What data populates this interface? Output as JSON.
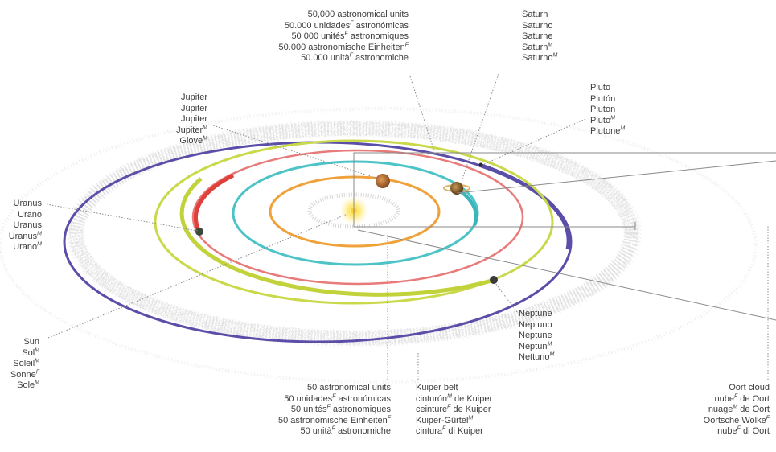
{
  "colors": {
    "pluto_orbit": "#5a4ea8",
    "neptune_orbit": "#c9d94a",
    "uranus_orbit": "#e87a7a",
    "saturn_orbit": "#4cc3c6",
    "jupiter_orbit": "#f0a23a",
    "red_segment": "#e0403a",
    "belt": "#cfcfcf",
    "pointer": "#777777"
  },
  "labels": {
    "distance_50000": [
      {
        "text": "50,000 astronomical units",
        "sup": ""
      },
      {
        "text": "50.000 unidades",
        "sup": "F",
        "tail": " astronómicas"
      },
      {
        "text": "50 000 unités",
        "sup": "F",
        "tail": " astronomiques"
      },
      {
        "text": "50.000 astronomische Einheiten",
        "sup": "F",
        "tail": ""
      },
      {
        "text": "50.000 unità",
        "sup": "F",
        "tail": " astronomiche"
      }
    ],
    "saturn": [
      {
        "text": "Saturn",
        "sup": ""
      },
      {
        "text": "Saturno",
        "sup": ""
      },
      {
        "text": "Saturne",
        "sup": ""
      },
      {
        "text": "Saturn",
        "sup": "M"
      },
      {
        "text": "Saturno",
        "sup": "M"
      }
    ],
    "pluto": [
      {
        "text": "Pluto",
        "sup": ""
      },
      {
        "text": "Plutón",
        "sup": ""
      },
      {
        "text": "Pluton",
        "sup": ""
      },
      {
        "text": "Pluto",
        "sup": "M"
      },
      {
        "text": "Plutone",
        "sup": "M"
      }
    ],
    "jupiter": [
      {
        "text": "Jupiter",
        "sup": ""
      },
      {
        "text": "Júpiter",
        "sup": ""
      },
      {
        "text": "Jupiter",
        "sup": ""
      },
      {
        "text": "Jupiter",
        "sup": "M"
      },
      {
        "text": "Giove",
        "sup": "M"
      }
    ],
    "uranus": [
      {
        "text": "Uranus",
        "sup": ""
      },
      {
        "text": "Urano",
        "sup": ""
      },
      {
        "text": "Uranus",
        "sup": ""
      },
      {
        "text": "Uranus",
        "sup": "M"
      },
      {
        "text": "Urano",
        "sup": "M"
      }
    ],
    "sun": [
      {
        "text": "Sun",
        "sup": ""
      },
      {
        "text": "Sol",
        "sup": "M"
      },
      {
        "text": "Soleil",
        "sup": "M"
      },
      {
        "text": "Sonne",
        "sup": "F"
      },
      {
        "text": "Sole",
        "sup": "M"
      }
    ],
    "neptune": [
      {
        "text": "Neptune",
        "sup": ""
      },
      {
        "text": "Neptuno",
        "sup": ""
      },
      {
        "text": "Neptune",
        "sup": ""
      },
      {
        "text": "Neptun",
        "sup": "M"
      },
      {
        "text": "Nettuno",
        "sup": "M"
      }
    ],
    "distance_50": [
      {
        "text": "50 astronomical units",
        "sup": ""
      },
      {
        "text": "50 unidades",
        "sup": "F",
        "tail": " astronómicas"
      },
      {
        "text": "50 unités",
        "sup": "F",
        "tail": " astronomiques"
      },
      {
        "text": "50 astronomische Einheiten",
        "sup": "F",
        "tail": ""
      },
      {
        "text": "50 unità",
        "sup": "F",
        "tail": " astronomiche"
      }
    ],
    "kuiper": [
      {
        "text": "Kuiper belt",
        "sup": ""
      },
      {
        "text": "cinturón",
        "sup": "M",
        "tail": " de Kuiper"
      },
      {
        "text": "ceinture",
        "sup": "F",
        "tail": " de Kuiper"
      },
      {
        "text": "Kuiper-Gürtel",
        "sup": "M",
        "tail": ""
      },
      {
        "text": "cintura",
        "sup": "F",
        "tail": " di Kuiper"
      }
    ],
    "oort": [
      {
        "text": "Oort cloud",
        "sup": ""
      },
      {
        "text": "nube",
        "sup": "F",
        "tail": " de Oort"
      },
      {
        "text": "nuage",
        "sup": "M",
        "tail": " de Oort"
      },
      {
        "text": "Oortsche Wolke",
        "sup": "F",
        "tail": ""
      },
      {
        "text": "nube",
        "sup": "F",
        "tail": " di Oort"
      }
    ]
  }
}
